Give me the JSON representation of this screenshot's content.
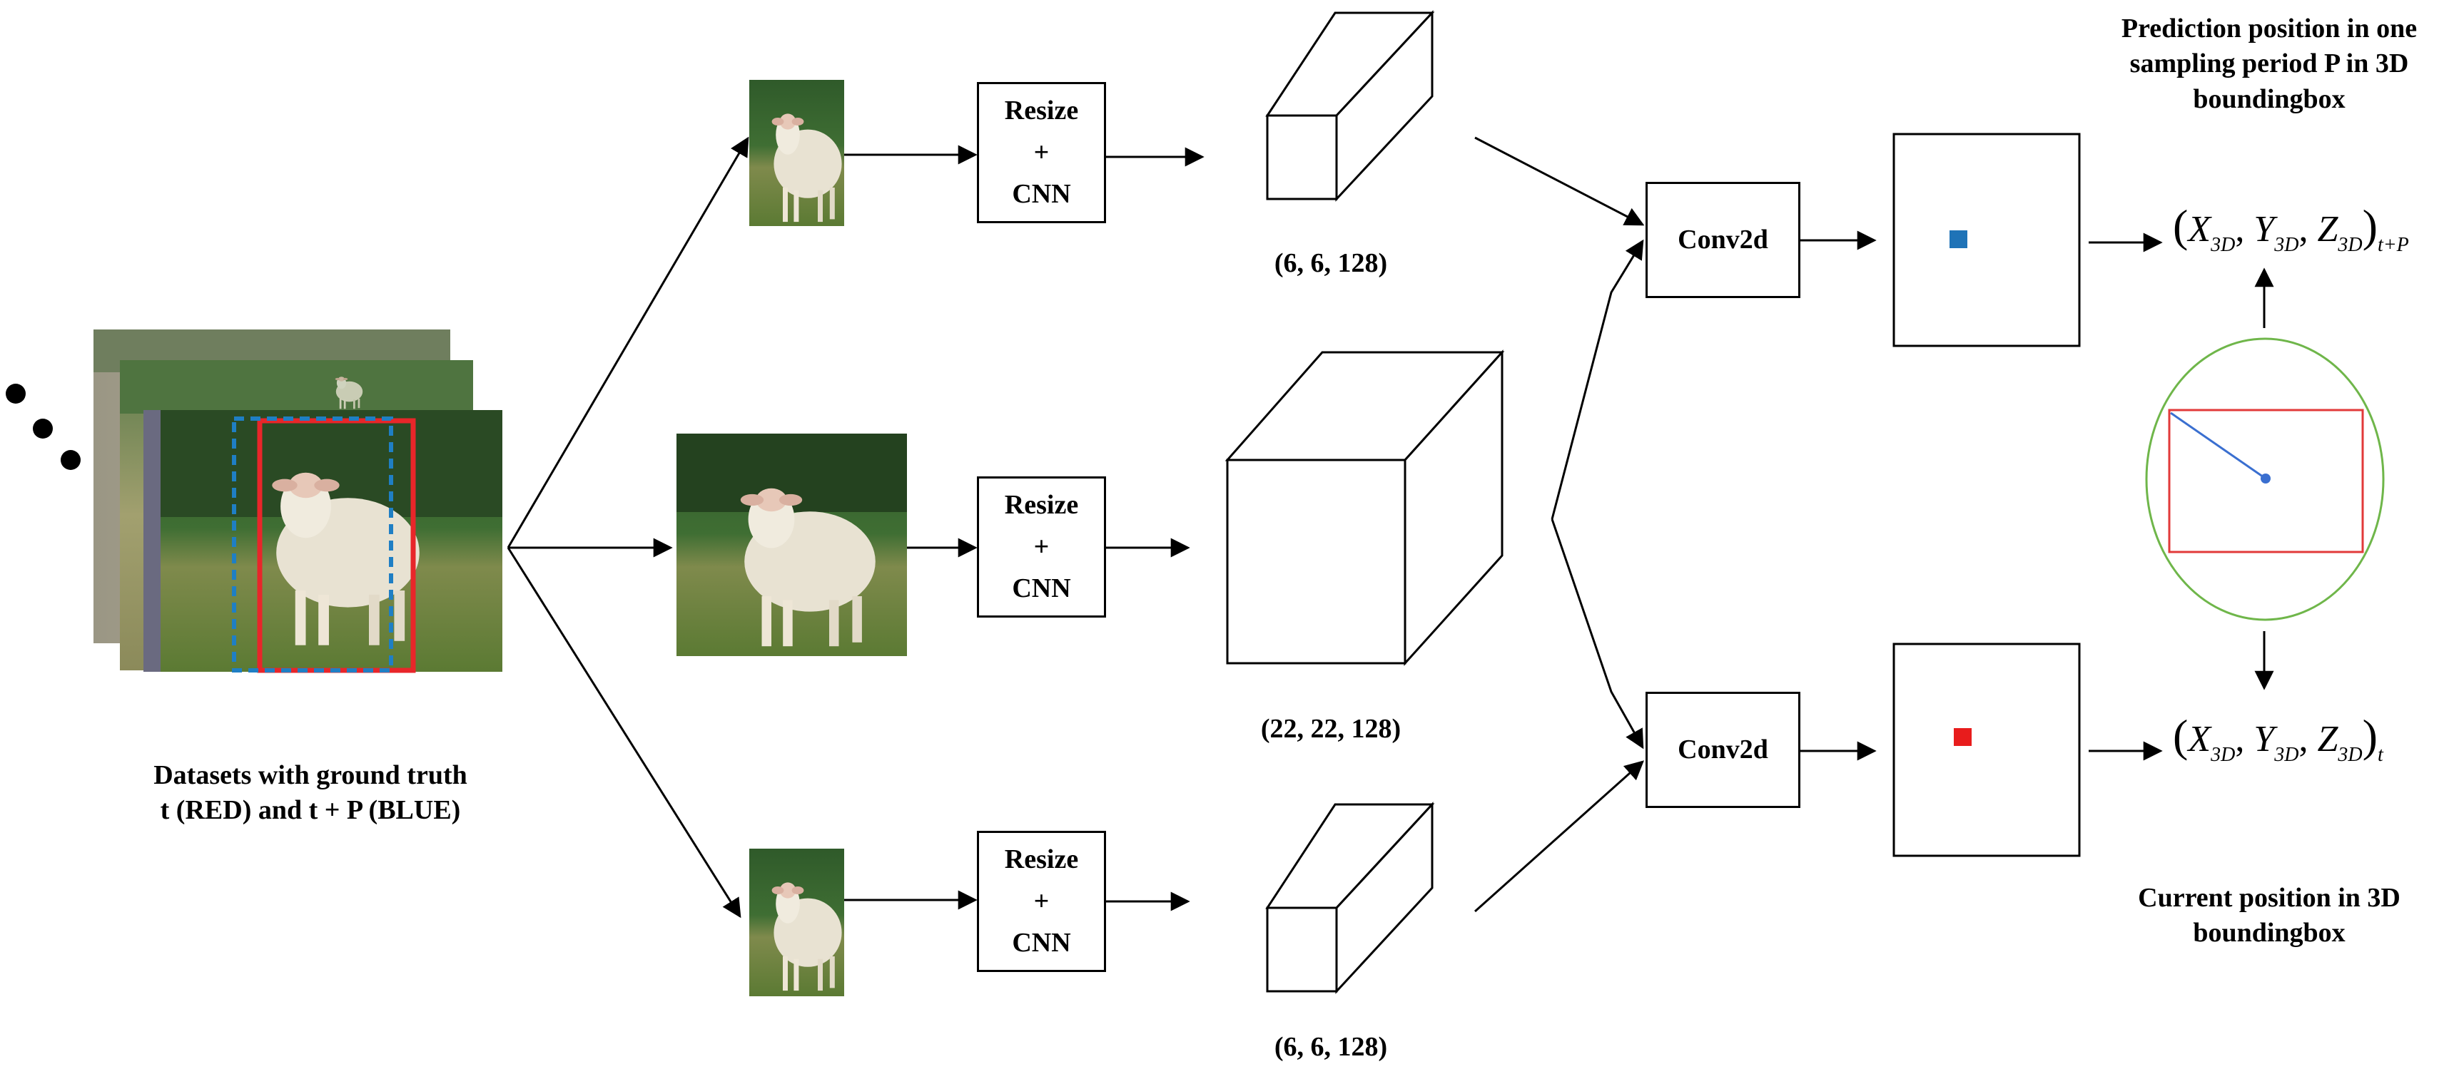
{
  "dataset_caption": {
    "line1": "Datasets with ground truth",
    "line2": "t (RED) and t + P (BLUE)"
  },
  "pipeline": {
    "resize_cnn": {
      "line1": "Resize",
      "line2": "+",
      "line3": "CNN"
    },
    "conv_label": "Conv2d",
    "dims_top": "(6, 6, 128)",
    "dims_mid": "(22, 22, 128)",
    "dims_bot": "(6, 6, 128)"
  },
  "outputs": {
    "prediction_caption": {
      "line1": "Prediction position in one",
      "line2": "sampling period P in 3D",
      "line3": "boundingbox"
    },
    "current_caption": {
      "line1": "Current position in 3D",
      "line2": "boundingbox"
    },
    "coord_top": {
      "x": "X",
      "y": "Y",
      "z": "Z",
      "sub": "3D",
      "time": "t+P"
    },
    "coord_bot": {
      "x": "X",
      "y": "Y",
      "z": "Z",
      "sub": "3D",
      "time": "t"
    }
  },
  "colors": {
    "ground_truth_t": "#e8262a",
    "ground_truth_t_plus_p": "#1f7fc4",
    "prediction_marker": "#1f73b7",
    "current_marker": "#e81c1c",
    "ellipse_stroke": "#6fb64a",
    "bbox_stroke": "#e23a3a",
    "vector_line": "#3a6fd0"
  }
}
